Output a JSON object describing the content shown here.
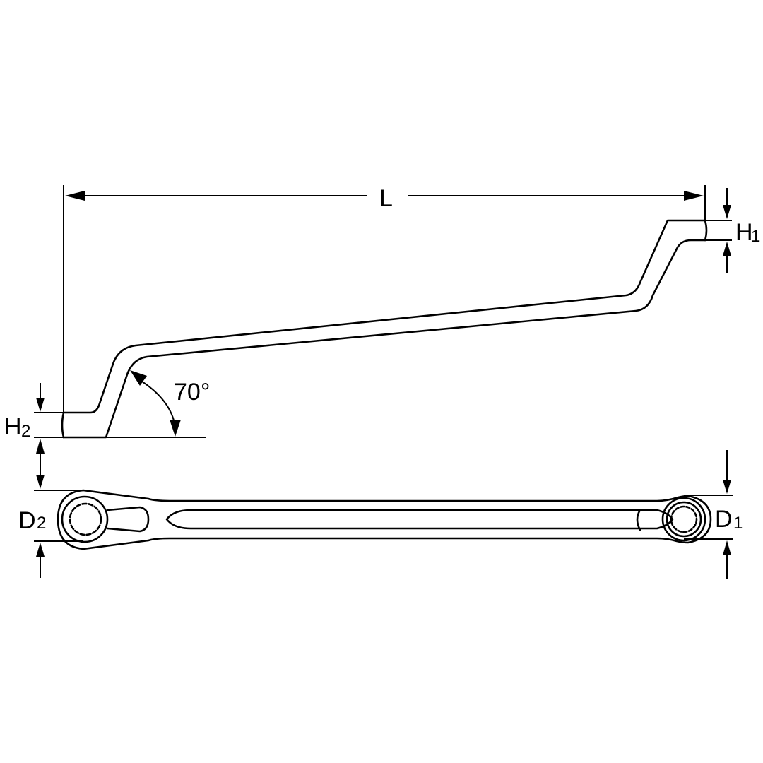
{
  "figure": {
    "type": "technical drawing",
    "subject": "double ended offset ring spanner",
    "colors": {
      "line": "#000000",
      "background": "#ffffff"
    }
  },
  "labels": {
    "length": "L",
    "angle": "70°",
    "h1": {
      "main": "H",
      "sub": "1"
    },
    "h2": {
      "main": "H",
      "sub": "2"
    },
    "d1": {
      "main": "D",
      "sub": "1"
    },
    "d2": {
      "main": "D",
      "sub": "2"
    }
  },
  "views": {
    "side_view": "offset side profile with angle and heights",
    "top_view": "plan view with 12-point ring ends"
  }
}
